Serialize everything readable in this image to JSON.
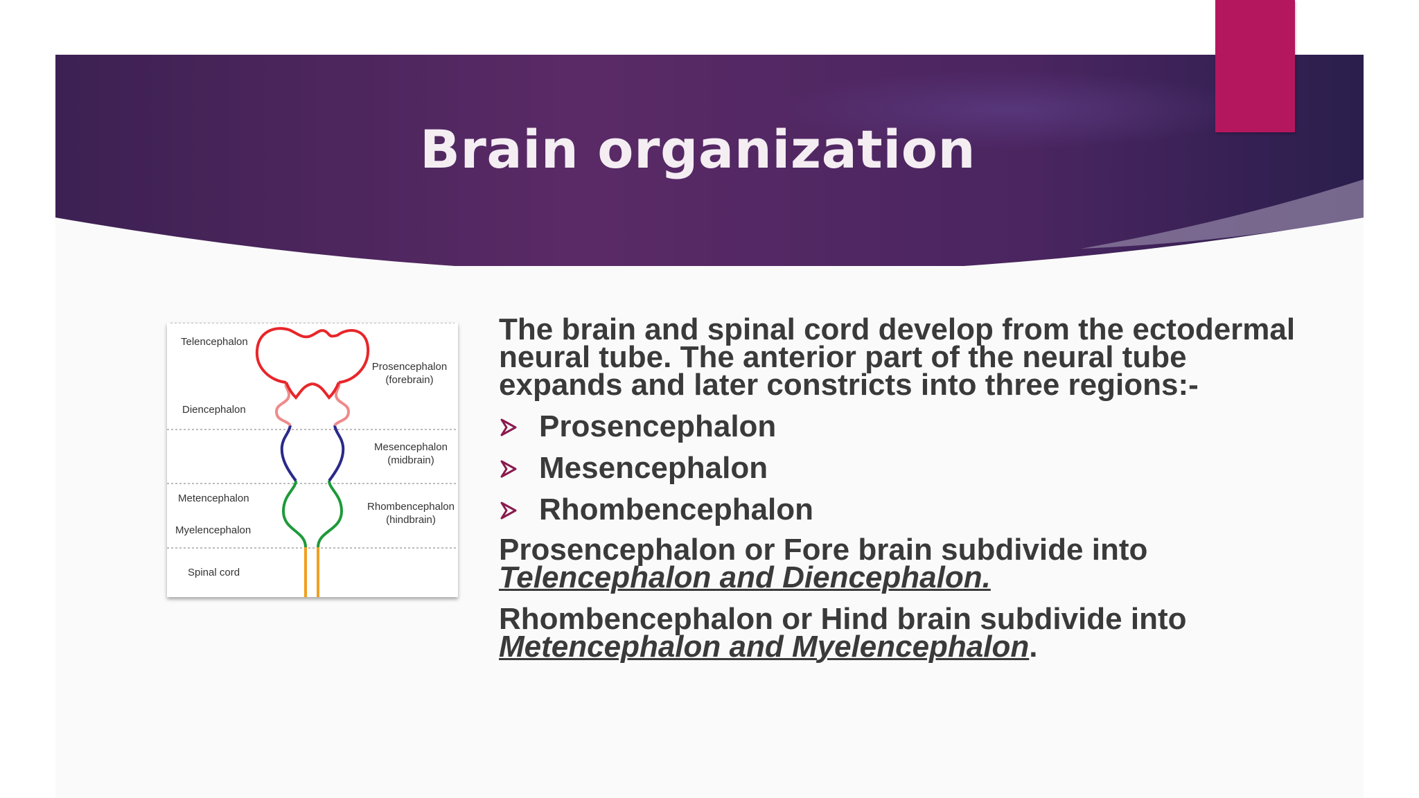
{
  "slide": {
    "title": "Brain organization",
    "colors": {
      "banner_left": "#3d2153",
      "banner_mid": "#5a2a66",
      "banner_right": "#2a1e4c",
      "accent_tab": "#b5175f",
      "bullet_arrow": "#8a1a4e",
      "text": "#3a3a3a"
    }
  },
  "diagram": {
    "labels": {
      "telencephalon": "Telencephalon",
      "diencephalon": "Diencephalon",
      "prosencephalon": "Prosencephalon",
      "forebrain": "(forebrain)",
      "mesencephalon": "Mesencephalon",
      "midbrain": "(midbrain)",
      "metencephalon": "Metencephalon",
      "myelencephalon": "Myelencephalon",
      "rhombencephalon": "Rhombencephalon",
      "hindbrain": "(hindbrain)",
      "spinal_cord": "Spinal cord"
    },
    "colors": {
      "telencephalon": "#e8262a",
      "diencephalon": "#f08a8a",
      "mesencephalon": "#2a2a8a",
      "rhombencephalon": "#1e9a3a",
      "spinal_cord": "#f0a020"
    }
  },
  "content": {
    "intro": "The brain and spinal cord develop from the ectodermal neural tube. The anterior part of the neural tube expands and later constricts into three regions:-",
    "bullets": [
      "Prosencephalon",
      "Mesencephalon",
      "Rhombencephalon"
    ],
    "bullet_icon": "arrow-bullet-icon",
    "pros_text": "Prosencephalon or Fore brain  subdivide into",
    "pros_em": "Telencephalon and Diencephalon.",
    "rhomb_text": "Rhombencephalon or Hind brain subdivide into",
    "rhomb_em": "Metencephalon and Myelencephalon",
    "rhomb_end": "."
  }
}
